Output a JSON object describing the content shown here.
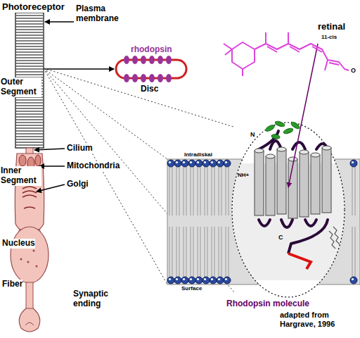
{
  "diagram": {
    "labels": [
      "Photoreceptor",
      "Plasma membrane",
      "rhodopsin",
      "retinal",
      "11-cis",
      "Outer Segment",
      "Disc",
      "O",
      "Intradiskal",
      "N",
      "NH+",
      "Cilium",
      "Inner Segment",
      "Mitochondria",
      "Golgi",
      "Surface",
      "C",
      "Nucleus",
      "Fiber",
      "Rhodopsin molecule",
      "Synaptic ending",
      "adapted from Hargrave, 1996"
    ]
  }
}
